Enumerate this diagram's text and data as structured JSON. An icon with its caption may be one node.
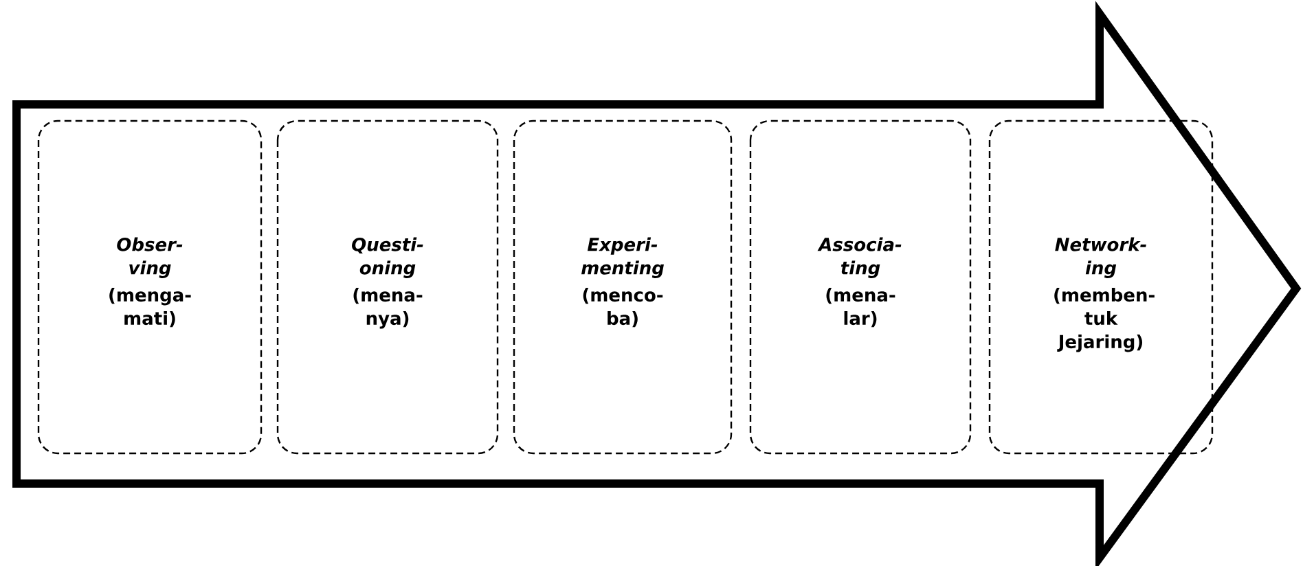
{
  "diagram": {
    "nodes": [
      {
        "text": [],
        "shape": "arrow"
      },
      {
        "text": [
          "Obser-ving",
          "(menga-mati)"
        ],
        "in": 0
      },
      {
        "text": [
          "Questi-oning",
          "(mena-nya)"
        ],
        "in": 0
      },
      {
        "text": [
          "Experi-menting",
          "(menco-ba)"
        ],
        "in": 0
      },
      {
        "text": [
          "Associa-ting",
          "(mena-lar)"
        ],
        "in": 0
      },
      {
        "text": [
          "Network-ing",
          "(memben-tuk Jejaring)"
        ],
        "in": 0
      }
    ]
  }
}
